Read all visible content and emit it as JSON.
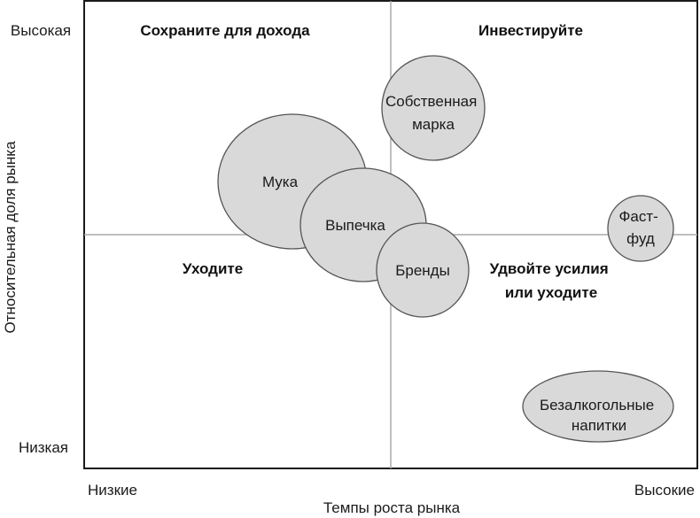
{
  "axes": {
    "y_label": "Относительная доля рынка",
    "y_high": "Высокая",
    "y_low": "Низкая",
    "x_label": "Темпы роста рынка",
    "x_low": "Низкие",
    "x_high": "Высокие"
  },
  "quadrants": {
    "top_left": [
      "Сохраните для дохода"
    ],
    "top_right": [
      "Инвестируйте"
    ],
    "bottom_left": [
      "Уходите"
    ],
    "bottom_right": [
      "Удвойте усилия",
      "или уходите"
    ]
  },
  "bubbles": [
    {
      "id": "muka",
      "lines": [
        "Мука"
      ]
    },
    {
      "id": "vypechka",
      "lines": [
        "Выпечка"
      ]
    },
    {
      "id": "sobstvennaya-marka",
      "lines": [
        "Собственная",
        "марка"
      ]
    },
    {
      "id": "brendy",
      "lines": [
        "Бренды"
      ]
    },
    {
      "id": "fast-fud",
      "lines": [
        "Фаст-",
        "фуд"
      ]
    },
    {
      "id": "bezalkogolnye-napitki",
      "lines": [
        "Безалкогольные",
        "напитки"
      ]
    }
  ],
  "colors": {
    "bubble_fill": "#d9d9d9",
    "bubble_stroke": "#555555",
    "frame": "#1a1a1a",
    "divider": "#aaaaaa"
  }
}
